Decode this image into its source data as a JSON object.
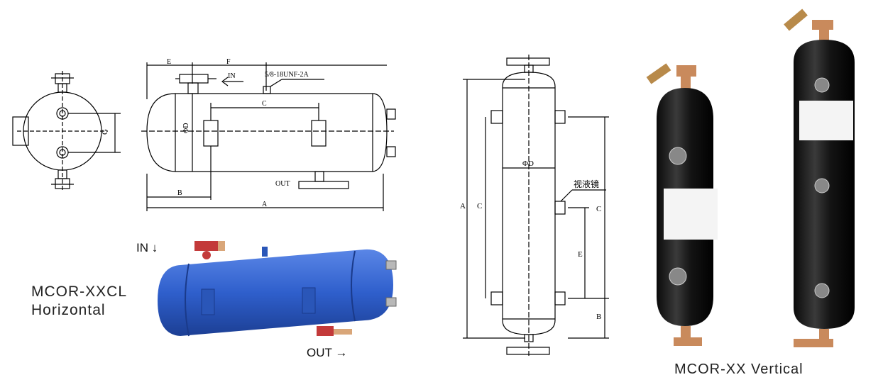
{
  "horizontal": {
    "model": "MCOR-XXCL",
    "orientation": "Horizontal",
    "in_label": "IN",
    "out_label": "OUT",
    "in_arrow": "↓",
    "out_arrow": "→",
    "drawing": {
      "dim_e": "E",
      "dim_f": "F",
      "dim_b": "B",
      "dim_a": "A",
      "dim_c": "C",
      "dim_d": "ΦD",
      "dim_g": "G",
      "in": "IN",
      "out": "OUT",
      "thread": "5/8-18UNF-2A"
    },
    "colors": {
      "vessel": "#2f5fcc",
      "valve": "#c33a3a"
    }
  },
  "vertical": {
    "model": "MCOR-XX Vertical",
    "drawing": {
      "dim_a": "A",
      "dim_c_left": "C",
      "dim_c_right": "C",
      "dim_d": "ΦD",
      "dim_e": "E",
      "dim_b": "B",
      "sight_glass": "视液镜"
    },
    "colors": {
      "vessel": "#141414",
      "fitting": "#c98a5c"
    }
  }
}
